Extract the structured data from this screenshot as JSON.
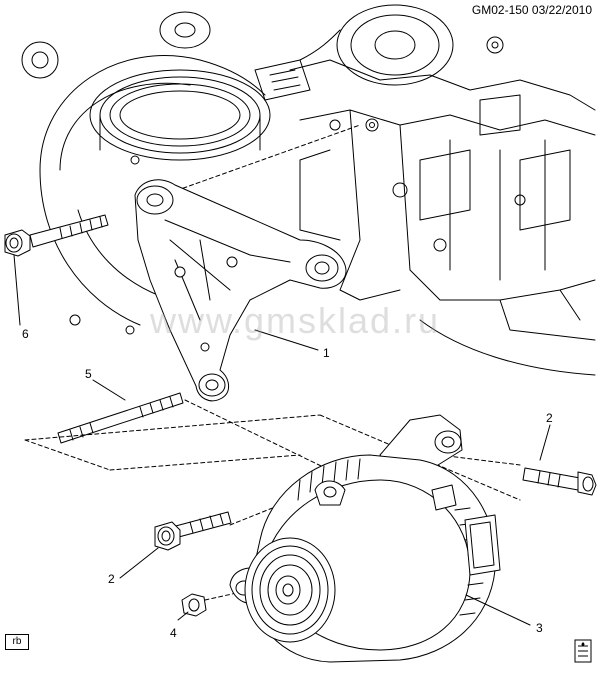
{
  "header": {
    "code": "GM02-150  03/22/2010"
  },
  "watermark": "www.gmsklad.ru",
  "corner_tag": "rb",
  "callouts": [
    {
      "id": "c6",
      "label": "6"
    },
    {
      "id": "c1",
      "label": "1"
    },
    {
      "id": "c5",
      "label": "5"
    },
    {
      "id": "c2a",
      "label": "2"
    },
    {
      "id": "c2b",
      "label": "2"
    },
    {
      "id": "c3",
      "label": "3"
    },
    {
      "id": "c4",
      "label": "4"
    }
  ],
  "colors": {
    "line": "#000000",
    "background": "#ffffff",
    "watermark": "#a0a0a0"
  },
  "icons": [
    "lube-oil-icon"
  ]
}
